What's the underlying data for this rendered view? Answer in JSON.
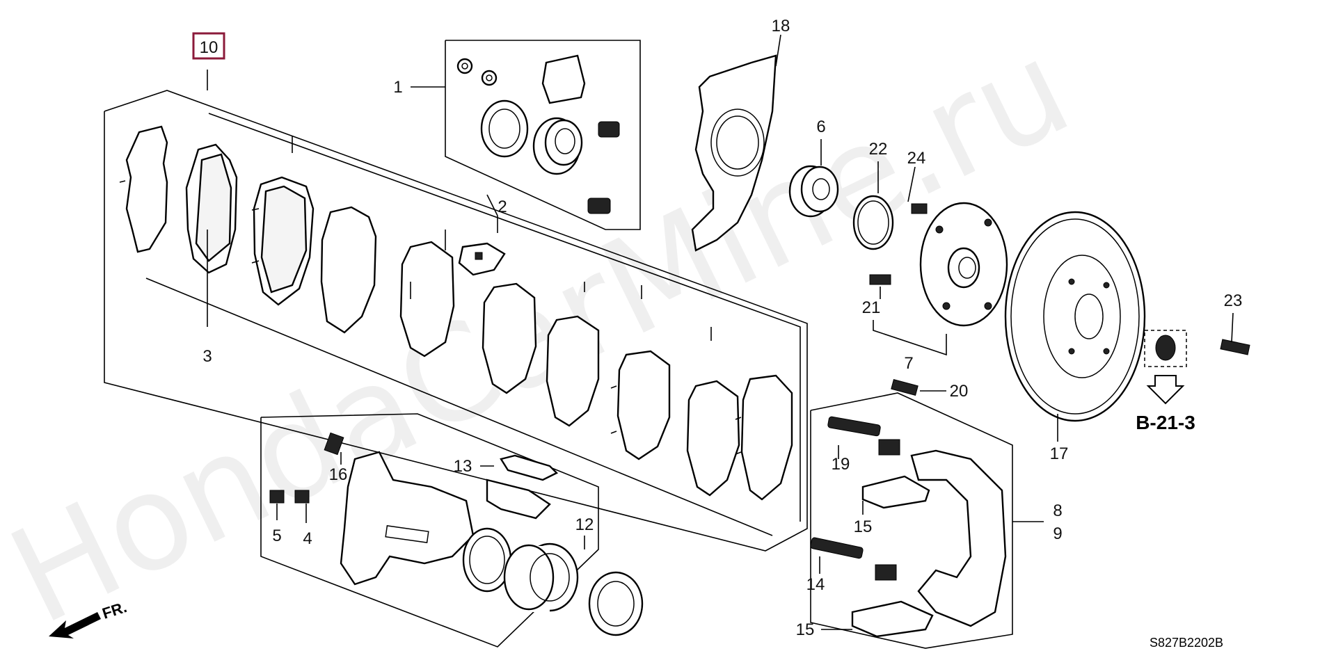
{
  "watermark": "HondaCarMine.ru",
  "reference_link": "B-21-3",
  "diagram_code": "S827B2202B",
  "direction_label": "FR.",
  "callouts": {
    "c1": "1",
    "c2": "2",
    "c3": "3",
    "c4": "4",
    "c5": "5",
    "c6": "6",
    "c7": "7",
    "c8": "8",
    "c9": "9",
    "c10": "10",
    "c12": "12",
    "c13": "13",
    "c14": "14",
    "c15a": "15",
    "c15b": "15",
    "c16": "16",
    "c17": "17",
    "c18": "18",
    "c19": "19",
    "c20": "20",
    "c21": "21",
    "c22": "22",
    "c23": "23",
    "c24": "24"
  },
  "colors": {
    "selected_box": "#8b1a3a",
    "lines": "#000000"
  }
}
